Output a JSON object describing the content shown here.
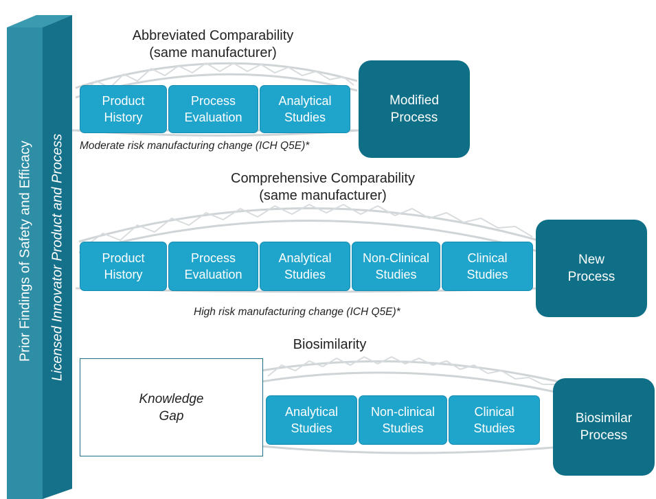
{
  "pillar": {
    "front_label": "Prior Findings of Safety and Efficacy",
    "side_label": "Licensed Innovator Product and Process"
  },
  "tiers": [
    {
      "heading_line1": "Abbreviated Comparability",
      "heading_line2": "(same manufacturer)",
      "steps": [
        "Product\nHistory",
        "Process\nEvaluation",
        "Analytical\nStudies"
      ],
      "note": "Moderate risk manufacturing change (ICH Q5E)*",
      "outcome": "Modified\nProcess"
    },
    {
      "heading_line1": "Comprehensive Comparability",
      "heading_line2": "(same manufacturer)",
      "steps": [
        "Product\nHistory",
        "Process\nEvaluation",
        "Analytical\nStudies",
        "Non-Clinical\nStudies",
        "Clinical\nStudies"
      ],
      "note": "High risk manufacturing change (ICH Q5E)*",
      "outcome": "New\nProcess"
    },
    {
      "heading_line1": "Biosimilarity",
      "gap": "Knowledge\nGap",
      "steps": [
        "Analytical\nStudies",
        "Non-clinical\nStudies",
        "Clinical\nStudies"
      ],
      "outcome": "Biosimilar\nProcess"
    }
  ],
  "colors": {
    "step_fill": "#1fa4cc",
    "outcome_fill": "#0f6f87",
    "pillar": "#2e8ea6"
  }
}
